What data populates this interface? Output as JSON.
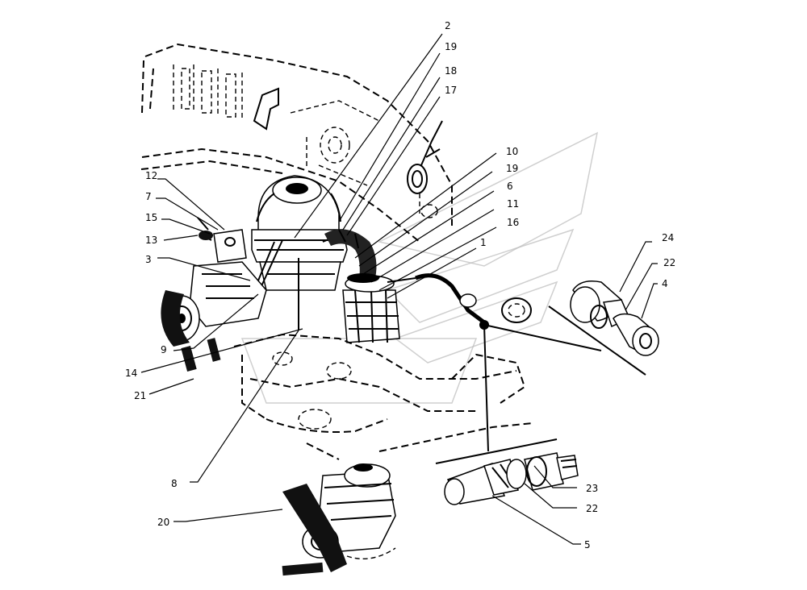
{
  "callouts": [
    {
      "id": "c2",
      "label": "2"
    },
    {
      "id": "c19a",
      "label": "19"
    },
    {
      "id": "c18",
      "label": "18"
    },
    {
      "id": "c17",
      "label": "17"
    },
    {
      "id": "c10",
      "label": "10"
    },
    {
      "id": "c19b",
      "label": "19"
    },
    {
      "id": "c6",
      "label": "6"
    },
    {
      "id": "c11",
      "label": "11"
    },
    {
      "id": "c16",
      "label": "16"
    },
    {
      "id": "c1",
      "label": "1"
    },
    {
      "id": "c12",
      "label": "12"
    },
    {
      "id": "c7",
      "label": "7"
    },
    {
      "id": "c15",
      "label": "15"
    },
    {
      "id": "c13",
      "label": "13"
    },
    {
      "id": "c3",
      "label": "3"
    },
    {
      "id": "c9",
      "label": "9"
    },
    {
      "id": "c14",
      "label": "14"
    },
    {
      "id": "c21",
      "label": "21"
    },
    {
      "id": "c8",
      "label": "8"
    },
    {
      "id": "c20",
      "label": "20"
    },
    {
      "id": "c24",
      "label": "24"
    },
    {
      "id": "c22a",
      "label": "22"
    },
    {
      "id": "c4",
      "label": "4"
    },
    {
      "id": "c23",
      "label": "23"
    },
    {
      "id": "c22b",
      "label": "22"
    },
    {
      "id": "c5",
      "label": "5"
    }
  ]
}
